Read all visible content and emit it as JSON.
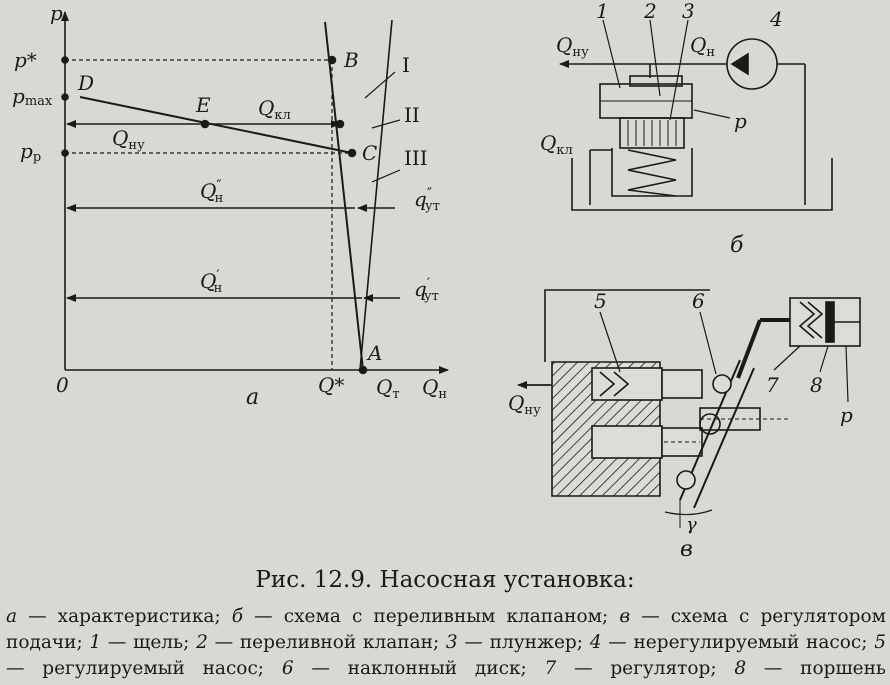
{
  "graph_a": {
    "y_axis": "p",
    "x_axis": "Q",
    "origin": "0",
    "p_star": "p*",
    "p_max": "p",
    "p_max_sub": "max",
    "p_p": "p",
    "p_p_sub": "р",
    "pt_B": "B",
    "pt_D": "D",
    "pt_E": "E",
    "pt_C": "C",
    "pt_A": "A",
    "line_I": "I",
    "line_II": "II",
    "line_III": "III",
    "q_kl": "Q",
    "q_kl_sub": "кл",
    "q_nu": "Q",
    "q_nu_sub": "ну",
    "q_n2": "Q",
    "q_n2_sup": "″",
    "q_n2_sub": "н",
    "q_n1": "Q",
    "q_n1_sup": "′",
    "q_n1_sub": "н",
    "q_ut2": "q",
    "q_ut2_sup": "″",
    "q_ut2_sub": "ут",
    "q_ut1": "q",
    "q_ut1_sup": "′",
    "q_ut1_sub": "ут",
    "x_qstar": "Q*",
    "x_qt": "Q",
    "x_qt_sub": "т",
    "x_qn": "Q",
    "x_qn_sub": "н",
    "letter": "а"
  },
  "scheme_b": {
    "n1": "1",
    "n2": "2",
    "n3": "3",
    "n4": "4",
    "q_nu": "Q",
    "q_nu_sub": "ну",
    "q_n": "Q",
    "q_n_sub": "н",
    "q_kl": "Q",
    "q_kl_sub": "кл",
    "p": "p",
    "letter": "б"
  },
  "scheme_v": {
    "n5": "5",
    "n6": "6",
    "n7": "7",
    "n8": "8",
    "q_nu": "Q",
    "q_nu_sub": "ну",
    "p": "p",
    "gamma": "γ",
    "letter": "в"
  },
  "caption": {
    "title": "Рис. 12.9. Насосная установка:",
    "parts": [
      {
        "it": "а",
        "text": " — характеристика; "
      },
      {
        "it": "б",
        "text": " — схема с переливным клапаном; "
      },
      {
        "it": "в",
        "text": " — схема с регулятором подачи; "
      },
      {
        "it": "1",
        "text": " — щель; "
      },
      {
        "it": "2",
        "text": " — переливной клапан; "
      },
      {
        "it": "3",
        "text": " — плунжер; "
      },
      {
        "it": "4",
        "text": " — нерегулируемый насос; "
      },
      {
        "it": "5",
        "text": " — регулируемый насос; "
      },
      {
        "it": "6",
        "text": " — наклонный диск; "
      },
      {
        "it": "7",
        "text": " — регулятор; "
      },
      {
        "it": "8",
        "text": " — поршень"
      }
    ]
  }
}
